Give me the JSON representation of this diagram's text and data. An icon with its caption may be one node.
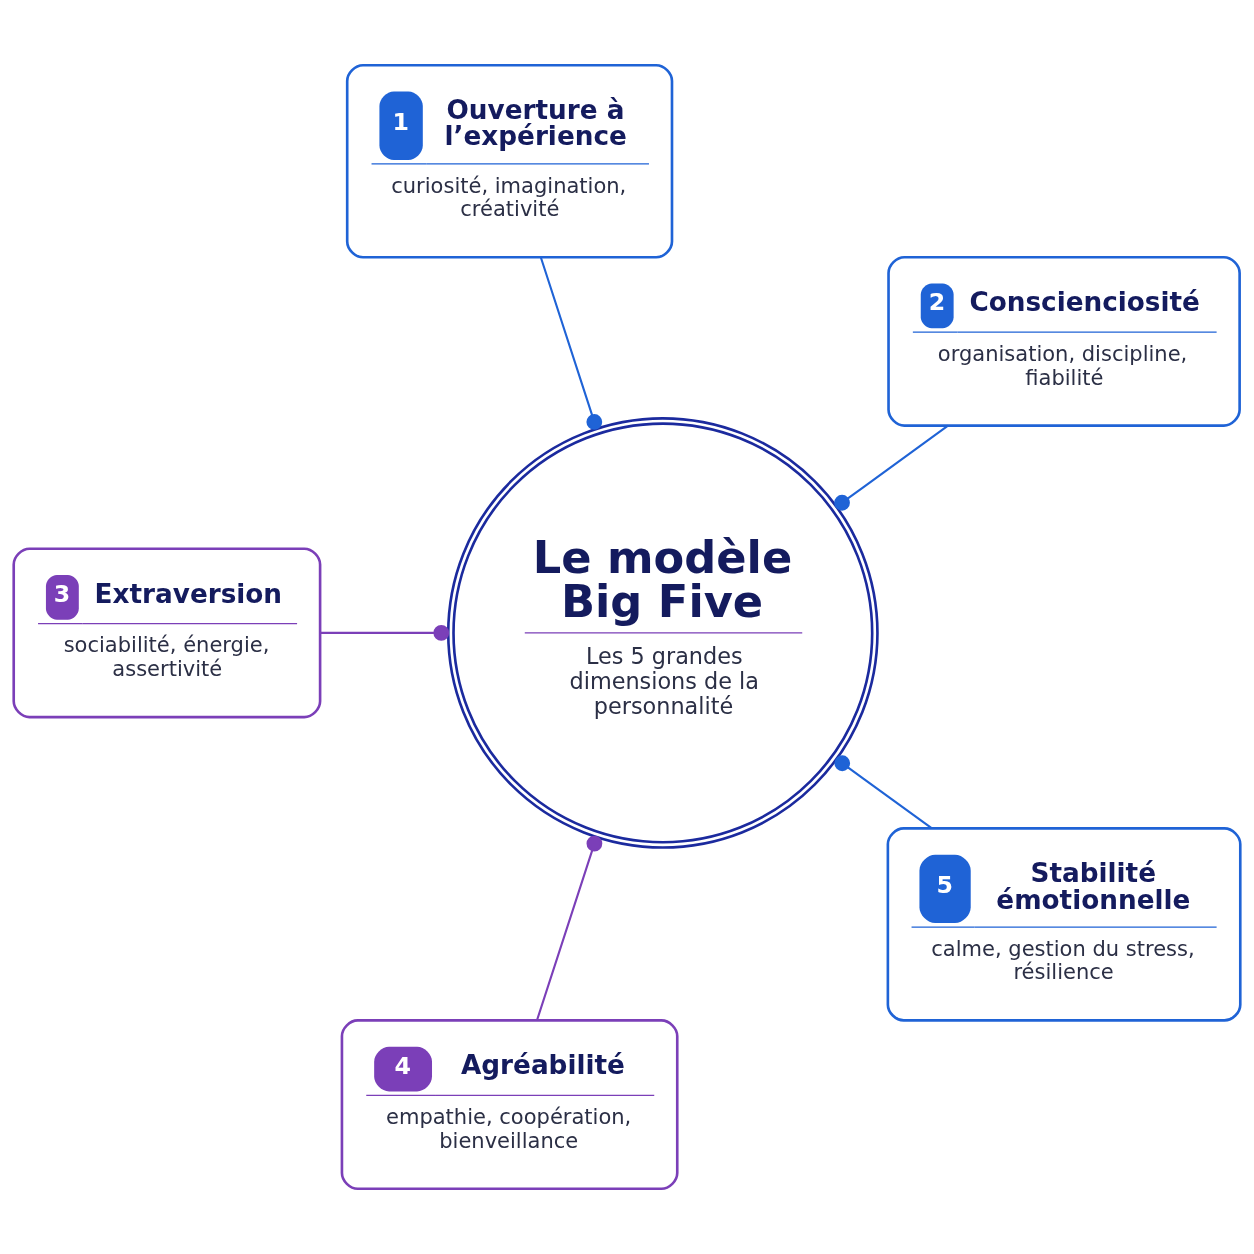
{
  "diagram": {
    "nodes": [
      {
        "text": [
          "Le modèle Big Five",
          "Les 5 grandes dimensions de la personnalité"
        ]
      },
      {
        "text": [
          "1",
          "Ouverture à l’expérience",
          "curiosité, imagination, créativité"
        ]
      },
      {
        "text": [
          "2",
          "Conscienciosité",
          "organisation, discipline, fiabilité"
        ]
      },
      {
        "text": [
          "3",
          "Extraversion",
          "sociabilité, énergie, assertivité"
        ]
      },
      {
        "text": [
          "4",
          "Agréabilité",
          "empathie, coopération, bienveillance"
        ]
      },
      {
        "text": [
          "5",
          "Stabilité émotionnelle",
          "calme, gestion du stress, résilience"
        ]
      }
    ],
    "edges": [
      {
        "from": 1,
        "to": 0,
        "arrow": "other"
      },
      {
        "from": 2,
        "to": 0,
        "arrow": "other"
      },
      {
        "from": 3,
        "to": 0,
        "arrow": "other",
        "color": "#7b3fb8"
      },
      {
        "from": 4,
        "to": 0,
        "arrow": "other",
        "color": "#7b3fb8"
      },
      {
        "from": 5,
        "to": 0,
        "arrow": "other"
      }
    ]
  }
}
